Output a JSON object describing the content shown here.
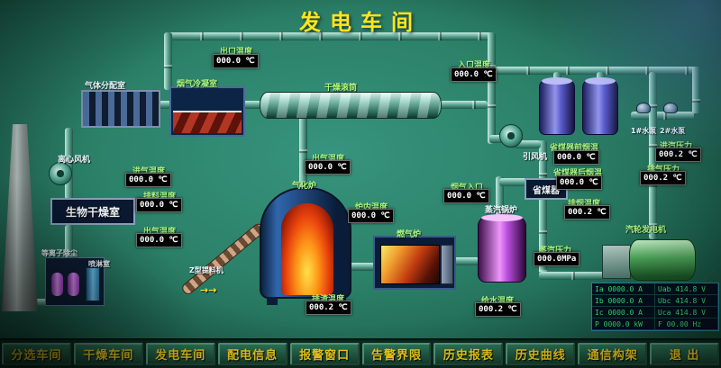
{
  "title": "发电车间",
  "icons": {
    "flow_arrows": "→→"
  },
  "equipment": {
    "gas_distribution_room": "气体分配室",
    "flue_gas_condenser": "烟气冷凝室",
    "drying_drum": "干燥滚筒",
    "centrifugal_fan": "离心风机",
    "bio_drying_room": "生物干燥室",
    "plasma_unit": "等离子除尘",
    "spray_room": "喷淋室",
    "gasifier": "气化炉",
    "z_elevator": "Z型提料机",
    "gas_furnace": "燃气炉",
    "steam_boiler": "蒸汽锅炉",
    "economizer": "省煤器",
    "induced_draft_fan": "引风机",
    "turbine_generator": "汽轮发电机",
    "pump_1": "1#水泵",
    "pump_2": "2#水泵"
  },
  "readings": [
    {
      "label": "出口温度",
      "value": "000.0 ℃"
    },
    {
      "label": "入口温度",
      "value": "000.0 ℃"
    },
    {
      "label": "进气温度",
      "value": "000.0 ℃"
    },
    {
      "label": "排料温度",
      "value": "000.0 ℃"
    },
    {
      "label": "出气温度",
      "value": "000.0 ℃"
    },
    {
      "label": "出气温度",
      "value": "000.0 ℃"
    },
    {
      "label": "炉内温度",
      "value": "000.0 ℃"
    },
    {
      "label": "烟气入口",
      "value": "000.0 ℃"
    },
    {
      "label": "省煤器前烟温",
      "value": "000.0 ℃"
    },
    {
      "label": "省煤器后烟温",
      "value": "000.0 ℃"
    },
    {
      "label": "排烟温度",
      "value": "000.2 ℃"
    },
    {
      "label": "蒸汽压力",
      "value": "000.0MPa"
    },
    {
      "label": "排气压力",
      "value": "000.2 ℃"
    },
    {
      "label": "进汽压力",
      "value": "000.2 ℃"
    },
    {
      "label": "排渣温度",
      "value": "000.2 ℃"
    },
    {
      "label": "给水温度",
      "value": "000.2 ℃"
    }
  ],
  "generator_panel": {
    "rows": [
      [
        "Ia 0000.0 A",
        "Uab 414.8 V"
      ],
      [
        "Ib 0000.0 A",
        "Ubc 414.8 V"
      ],
      [
        "Ic 0000.0 A",
        "Uca 414.8 V"
      ],
      [
        "P  0000.0 kW",
        "F  00.00 Hz"
      ]
    ]
  },
  "menu": {
    "items": [
      "分选车间",
      "干燥车间",
      "发电车间",
      "配电信息",
      "报警窗口",
      "告警界限",
      "历史报表",
      "历史曲线",
      "通信构架",
      "退 出"
    ]
  }
}
